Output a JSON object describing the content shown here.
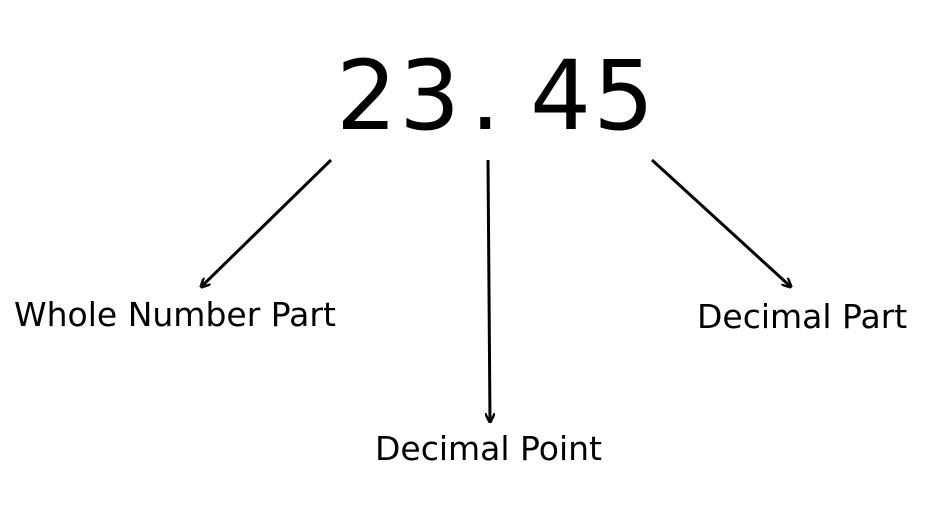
{
  "number": {
    "whole": "23",
    "point": ".",
    "fraction": "45"
  },
  "labels": {
    "whole_part": "Whole Number Part",
    "decimal_point": "Decimal Point",
    "decimal_part": "Decimal Part"
  },
  "colors": {
    "ink": "#000000",
    "background": "#ffffff"
  }
}
